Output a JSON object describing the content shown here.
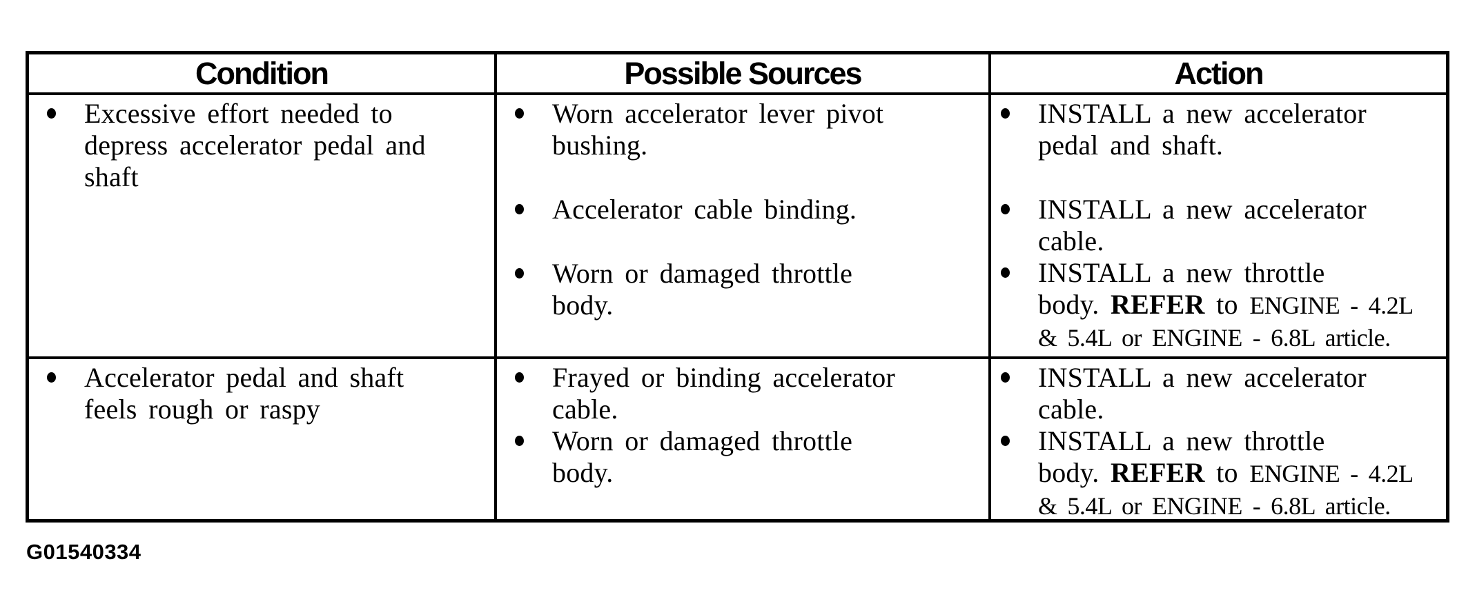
{
  "figure_id": "G01540334",
  "colors": {
    "ink": "#000000",
    "paper": "#ffffff"
  },
  "table": {
    "headers": [
      "Condition",
      "Possible Sources",
      "Action"
    ],
    "rows": [
      {
        "condition": [
          {
            "lines": [
              [
                {
                  "t": "Excessive effort needed to"
                }
              ],
              [
                {
                  "t": "depress accelerator pedal and"
                }
              ],
              [
                {
                  "t": "shaft"
                }
              ]
            ]
          }
        ],
        "sources": [
          {
            "lines": [
              [
                {
                  "t": "Worn accelerator lever pivot"
                }
              ],
              [
                {
                  "t": "bushing."
                }
              ]
            ]
          },
          {
            "gap": true,
            "lines": [
              [
                {
                  "t": "Accelerator cable binding."
                }
              ]
            ]
          },
          {
            "gap": true,
            "lines": [
              [
                {
                  "t": "Worn or damaged throttle"
                }
              ],
              [
                {
                  "t": "body."
                }
              ]
            ]
          }
        ],
        "action": [
          {
            "lines": [
              [
                {
                  "t": "INSTALL a new accelerator"
                }
              ],
              [
                {
                  "t": "pedal and shaft."
                }
              ]
            ]
          },
          {
            "gap": true,
            "lines": [
              [
                {
                  "t": "INSTALL a new accelerator"
                }
              ],
              [
                {
                  "t": "cable."
                }
              ]
            ]
          },
          {
            "lines": [
              [
                {
                  "t": "INSTALL a new throttle"
                }
              ],
              [
                {
                  "t": "body. "
                },
                {
                  "t": "REFER",
                  "b": true
                },
                {
                  "t": " to "
                },
                {
                  "t": "ENGINE - 4.2L",
                  "r": true
                }
              ],
              [
                {
                  "t": "& 5.4L or ENGINE - 6.8L article.",
                  "r": true
                }
              ]
            ]
          }
        ]
      },
      {
        "condition": [
          {
            "lines": [
              [
                {
                  "t": "Accelerator pedal and shaft"
                }
              ],
              [
                {
                  "t": "feels rough or raspy"
                }
              ]
            ]
          }
        ],
        "sources": [
          {
            "lines": [
              [
                {
                  "t": "Frayed or binding accelerator"
                }
              ],
              [
                {
                  "t": "cable."
                }
              ]
            ]
          },
          {
            "lines": [
              [
                {
                  "t": "Worn or damaged throttle"
                }
              ],
              [
                {
                  "t": "body."
                }
              ]
            ]
          }
        ],
        "action": [
          {
            "lines": [
              [
                {
                  "t": "INSTALL a new accelerator"
                }
              ],
              [
                {
                  "t": "cable."
                }
              ]
            ]
          },
          {
            "lines": [
              [
                {
                  "t": "INSTALL a new throttle"
                }
              ],
              [
                {
                  "t": "body. "
                },
                {
                  "t": "REFER",
                  "b": true
                },
                {
                  "t": " to "
                },
                {
                  "t": "ENGINE - 4.2L",
                  "r": true
                }
              ],
              [
                {
                  "t": "& 5.4L or ENGINE - 6.8L article.",
                  "r": true
                }
              ]
            ]
          }
        ]
      }
    ]
  }
}
